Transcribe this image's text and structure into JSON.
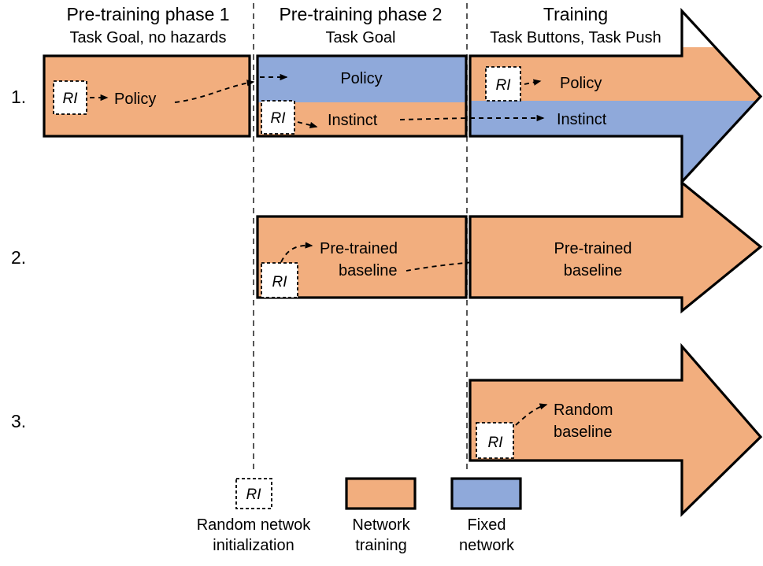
{
  "colors": {
    "network_training": "#F2AE7E",
    "fixed_network": "#8FA9DA",
    "outline": "#000000",
    "background": "#FFFFFF",
    "separator": "#444444"
  },
  "headers": [
    {
      "title": "Pre-training phase 1",
      "subtitle": "Task Goal, no hazards"
    },
    {
      "title": "Pre-training phase 2",
      "subtitle": "Task Goal"
    },
    {
      "title": "Training",
      "subtitle": "Task Buttons, Task Push"
    }
  ],
  "rows": [
    {
      "number": "1.",
      "segments": [
        {
          "phase": "Pre-training phase 1",
          "fill": "network_training",
          "nodes": [
            {
              "label": "Policy",
              "has_ri": true
            }
          ]
        },
        {
          "phase": "Pre-training phase 2",
          "nodes": [
            {
              "label": "Policy",
              "fill": "fixed_network",
              "has_ri": false
            },
            {
              "label": "Instinct",
              "fill": "network_training",
              "has_ri": true
            }
          ]
        },
        {
          "phase": "Training",
          "nodes": [
            {
              "label": "Policy",
              "fill": "network_training",
              "has_ri": true
            },
            {
              "label": "Instinct",
              "fill": "fixed_network",
              "has_ri": false
            }
          ]
        }
      ]
    },
    {
      "number": "2.",
      "segments": [
        {
          "phase": "Pre-training phase 2",
          "fill": "network_training",
          "nodes": [
            {
              "label_line1": "Pre-trained",
              "label_line2": "baseline",
              "has_ri": true
            }
          ]
        },
        {
          "phase": "Training",
          "fill": "network_training",
          "nodes": [
            {
              "label_line1": "Pre-trained",
              "label_line2": "baseline",
              "has_ri": false
            }
          ]
        }
      ]
    },
    {
      "number": "3.",
      "segments": [
        {
          "phase": "Training",
          "fill": "network_training",
          "nodes": [
            {
              "label_line1": "Random",
              "label_line2": "baseline",
              "has_ri": true
            }
          ]
        }
      ]
    }
  ],
  "ri_token": "RI",
  "legend": {
    "items": [
      {
        "swatch": "ri-dashed-box",
        "token": "RI",
        "line1": "Random netwok",
        "line2": "initialization"
      },
      {
        "swatch": "network_training",
        "line1": "Network",
        "line2": "training"
      },
      {
        "swatch": "fixed_network",
        "line1": "Fixed",
        "line2": "network"
      }
    ]
  },
  "labels": {
    "row1_num": "1.",
    "row1_p1_policy": "Policy",
    "row1_p2_policy": "Policy",
    "row1_p2_instinct": "Instinct",
    "row1_tr_policy": "Policy",
    "row1_tr_instinct": "Instinct",
    "row2_num": "2.",
    "row2_p2_l1": "Pre-trained",
    "row2_p2_l2": "baseline",
    "row2_tr_l1": "Pre-trained",
    "row2_tr_l2": "baseline",
    "row3_num": "3.",
    "row3_tr_l1": "Random",
    "row3_tr_l2": "baseline",
    "hdr1_title": "Pre-training phase 1",
    "hdr1_sub": "Task Goal, no hazards",
    "hdr2_title": "Pre-training phase 2",
    "hdr2_sub": "Task Goal",
    "hdr3_title": "Training",
    "hdr3_sub": "Task Buttons, Task Push",
    "ri": "RI",
    "legend_ri_l1": "Random netwok",
    "legend_ri_l2": "initialization",
    "legend_orange_l1": "Network",
    "legend_orange_l2": "training",
    "legend_blue_l1": "Fixed",
    "legend_blue_l2": "network"
  }
}
